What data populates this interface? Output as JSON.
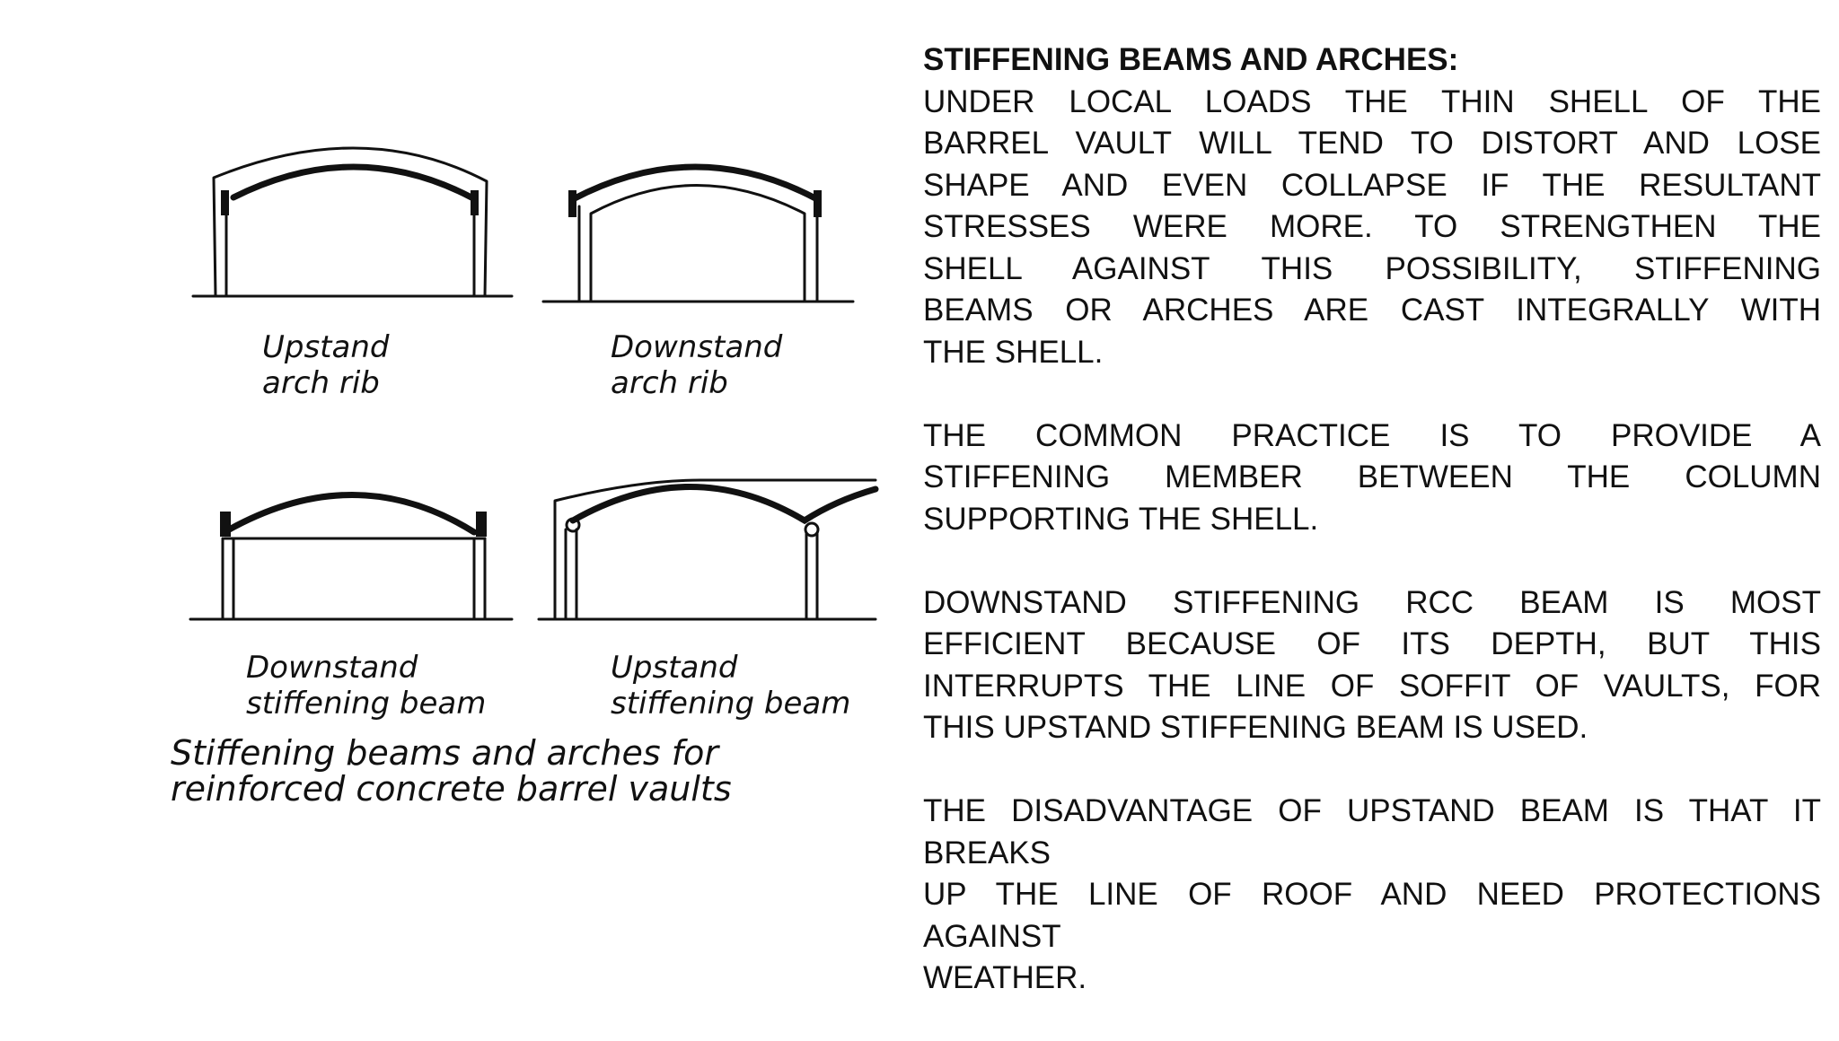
{
  "figure": {
    "labels": {
      "upstand_arch_rib": [
        "Upstand",
        "arch rib"
      ],
      "downstand_arch_rib": [
        "Downstand",
        "arch rib"
      ],
      "downstand_stiffening_beam": [
        "Downstand",
        "stiffening beam"
      ],
      "upstand_stiffening_beam": [
        "Upstand",
        "stiffening beam"
      ]
    },
    "caption": [
      "Stiffening beams and arches for",
      "reinforced concrete barrel vaults"
    ]
  },
  "text": {
    "heading": "STIFFENING BEAMS AND ARCHES:",
    "para1": [
      "UNDER LOCAL LOADS THE THIN SHELL OF THE",
      "BARREL VAULT WILL TEND TO DISTORT AND LOSE",
      "SHAPE AND EVEN COLLAPSE IF THE RESULTANT",
      "STRESSES WERE MORE.  TO STRENGTHEN THE",
      "SHELL AGAINST THIS POSSIBILITY, STIFFENING",
      "BEAMS OR ARCHES ARE CAST INTEGRALLY WITH",
      "THE SHELL."
    ],
    "para2": [
      "THE COMMON PRACTICE IS TO PROVIDE A",
      "STIFFENING MEMBER BETWEEN THE COLUMN",
      "SUPPORTING THE SHELL."
    ],
    "para3": [
      "DOWNSTAND STIFFENING RCC BEAM IS MOST",
      "EFFICIENT BECAUSE OF ITS DEPTH, BUT THIS",
      "INTERRUPTS THE LINE OF SOFFIT OF VAULTS, FOR",
      "THIS UPSTAND STIFFENING BEAM IS USED."
    ],
    "para4": [
      "THE DISADVANTAGE OF UPSTAND BEAM IS THAT IT",
      "BREAKS",
      "UP  THE LINE OF ROOF AND NEED PROTECTIONS",
      "AGAINST",
      "WEATHER."
    ]
  }
}
